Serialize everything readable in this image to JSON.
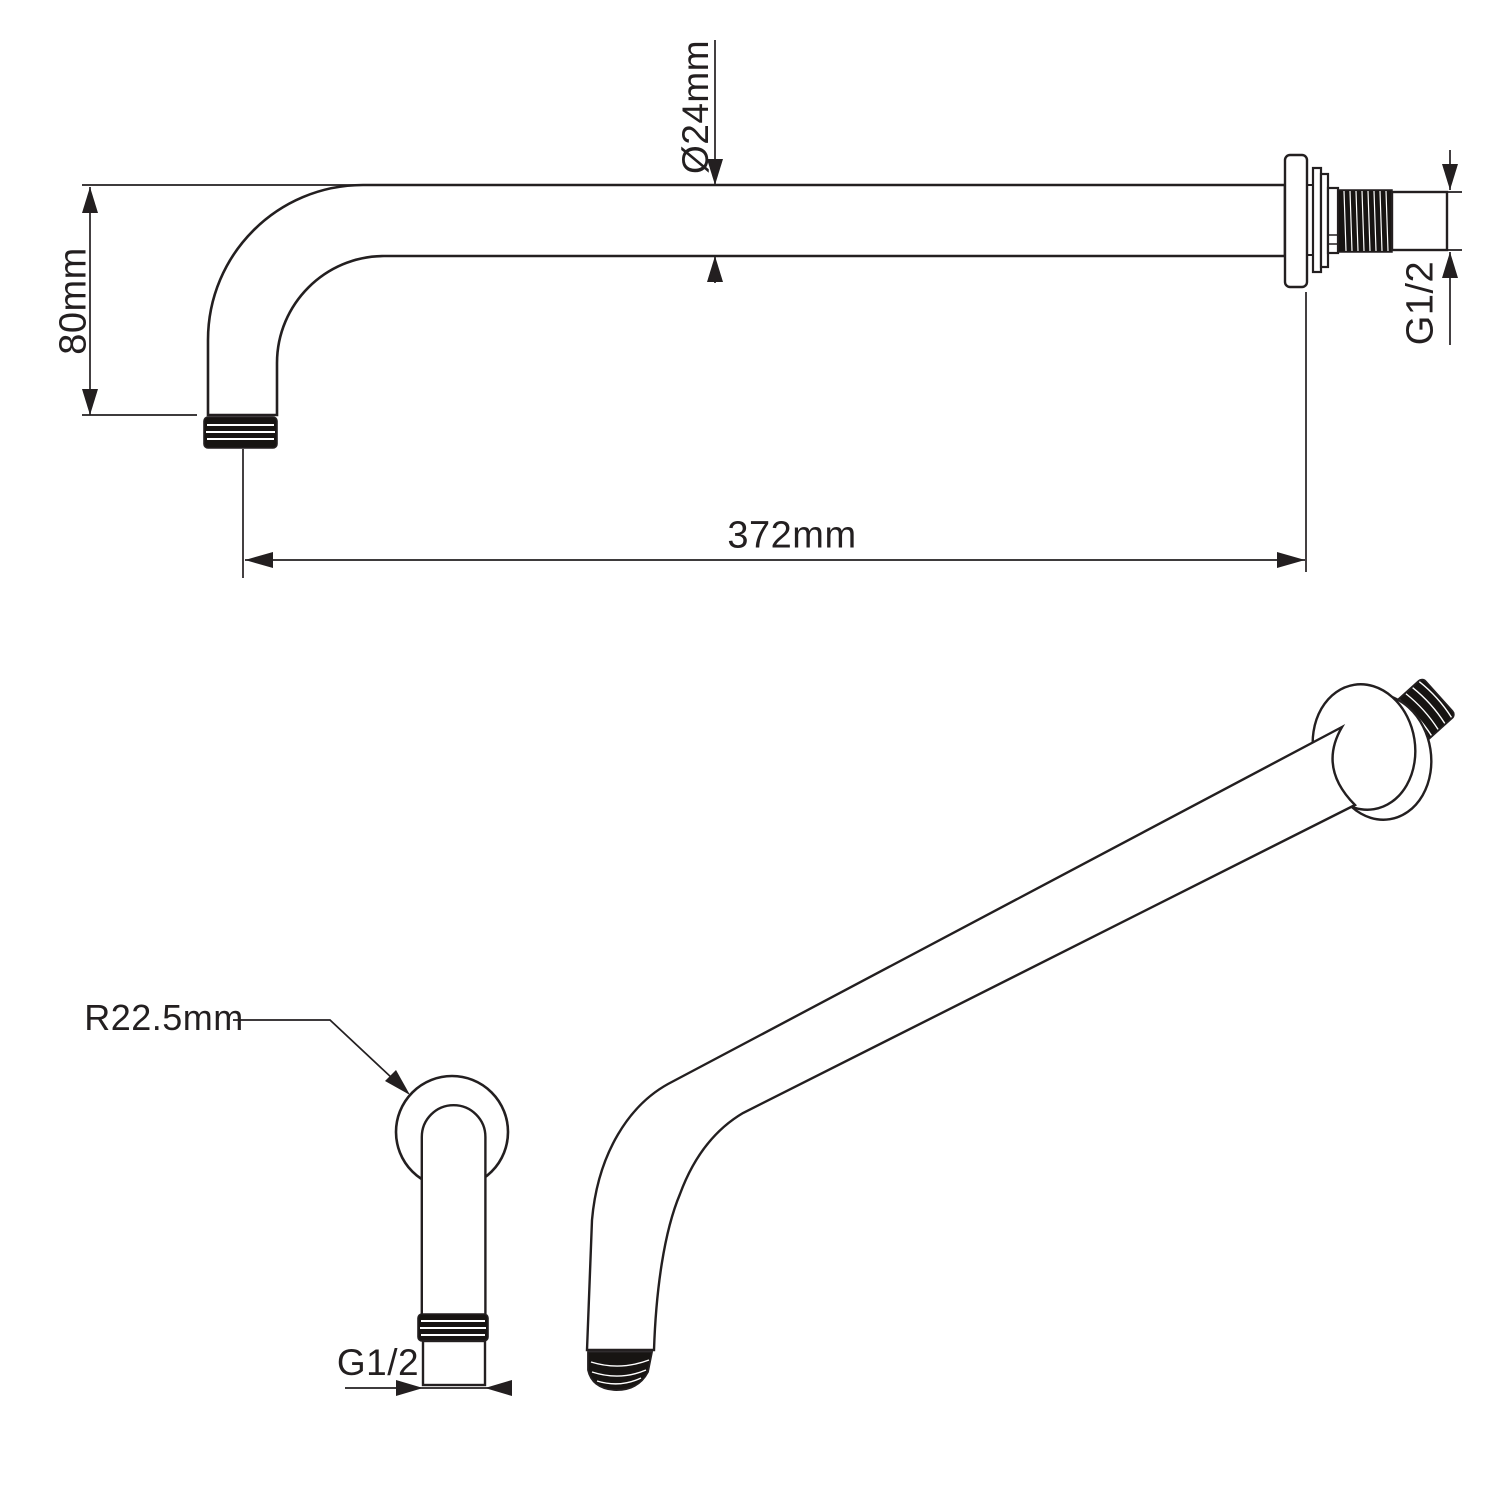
{
  "page": {
    "background": "#ffffff",
    "line_color": "#231f20",
    "thread_fill": "#171412"
  },
  "side_view": {
    "height_label": "80mm",
    "diameter_label": "Ø24mm",
    "thread_label": "G1/2",
    "length_label": "372mm"
  },
  "front_view": {
    "radius_label": "R22.5mm",
    "thread_label": "G1/2"
  }
}
